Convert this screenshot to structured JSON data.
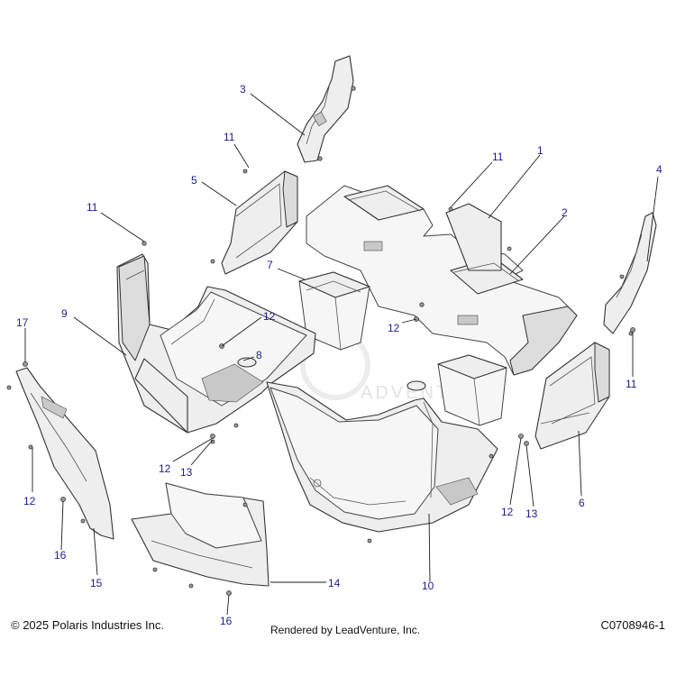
{
  "footer": {
    "copyright": "© 2025 Polaris Industries Inc.",
    "rendered_by": "Rendered by LeadVenture, Inc.",
    "diagram_code": "C0708946-1"
  },
  "watermark": {
    "text": "ADVENTURE"
  },
  "callouts": [
    {
      "id": "c1",
      "label": "1"
    },
    {
      "id": "c2",
      "label": "2"
    },
    {
      "id": "c3",
      "label": "3"
    },
    {
      "id": "c4",
      "label": "4"
    },
    {
      "id": "c5",
      "label": "5"
    },
    {
      "id": "c6",
      "label": "6"
    },
    {
      "id": "c7",
      "label": "7"
    },
    {
      "id": "c8",
      "label": "8"
    },
    {
      "id": "c9",
      "label": "9"
    },
    {
      "id": "c10",
      "label": "10"
    },
    {
      "id": "c11a",
      "label": "11"
    },
    {
      "id": "c11b",
      "label": "11"
    },
    {
      "id": "c11c",
      "label": "11"
    },
    {
      "id": "c11d",
      "label": "11"
    },
    {
      "id": "c11e",
      "label": "11"
    },
    {
      "id": "c12a",
      "label": "12"
    },
    {
      "id": "c12b",
      "label": "12"
    },
    {
      "id": "c12c",
      "label": "12"
    },
    {
      "id": "c12d",
      "label": "12"
    },
    {
      "id": "c12e",
      "label": "12"
    },
    {
      "id": "c13a",
      "label": "13"
    },
    {
      "id": "c13b",
      "label": "13"
    },
    {
      "id": "c14",
      "label": "14"
    },
    {
      "id": "c15",
      "label": "15"
    },
    {
      "id": "c16a",
      "label": "16"
    },
    {
      "id": "c16b",
      "label": "16"
    },
    {
      "id": "c17",
      "label": "17"
    }
  ]
}
